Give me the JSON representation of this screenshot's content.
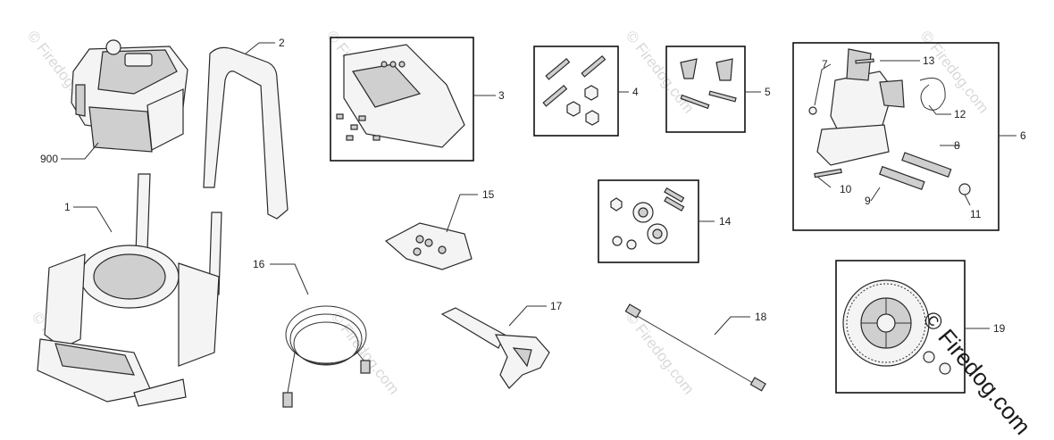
{
  "callouts": {
    "c1": "1",
    "c2": "2",
    "c3": "3",
    "c4": "4",
    "c5": "5",
    "c6": "6",
    "c7": "7",
    "c8": "8",
    "c9": "9",
    "c10": "10",
    "c11": "11",
    "c12": "12",
    "c13": "13",
    "c14": "14",
    "c15": "15",
    "c16": "16",
    "c17": "17",
    "c18": "18",
    "c19": "19",
    "c900": "900"
  },
  "watermark": {
    "main": "© Firedog.com",
    "faint": "© Firedog.com"
  }
}
